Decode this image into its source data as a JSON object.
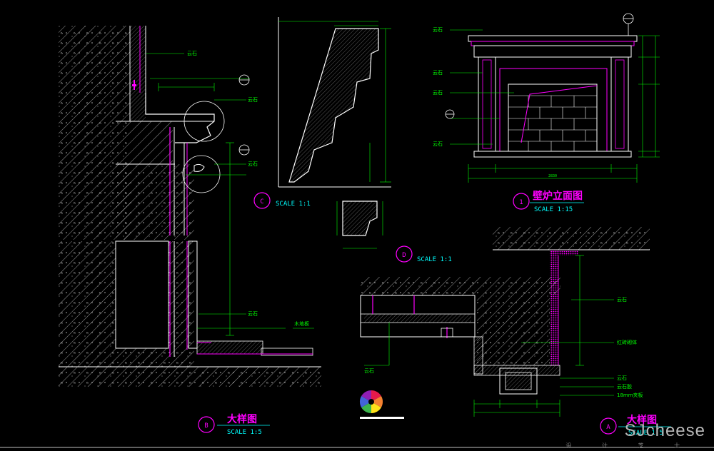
{
  "drawings": {
    "fireplace_elevation": {
      "title": "壁炉立面图",
      "scale": "SCALE 1:15",
      "marker": "1",
      "overall_dim": "2830"
    },
    "detail_c": {
      "marker": "C",
      "scale": "SCALE 1:1"
    },
    "detail_d": {
      "marker": "D",
      "scale": "SCALE 1:1"
    },
    "detail_b": {
      "title": "大样图",
      "scale": "SCALE 1:5",
      "marker": "B"
    },
    "detail_a": {
      "title": "大样图",
      "scale": "SCALE 1:5",
      "marker": "A"
    }
  },
  "annotations": {
    "stone": "云石",
    "wood_floor": "木地板",
    "lt_stone": "云石",
    "right_wall": "红砖砌体",
    "right_1": "云石",
    "right_2": "云石胶",
    "right_3": "18mm夹板"
  },
  "colors": {
    "background": "#000000",
    "line": "#ffffff",
    "text": "#00ff00",
    "accent": "#ff00ff",
    "title": "#ff00ff",
    "scale": "#00ffff",
    "dim": "#00ff00"
  },
  "watermark": {
    "text": "SJcheese",
    "sub": "设 计 芝 士"
  }
}
